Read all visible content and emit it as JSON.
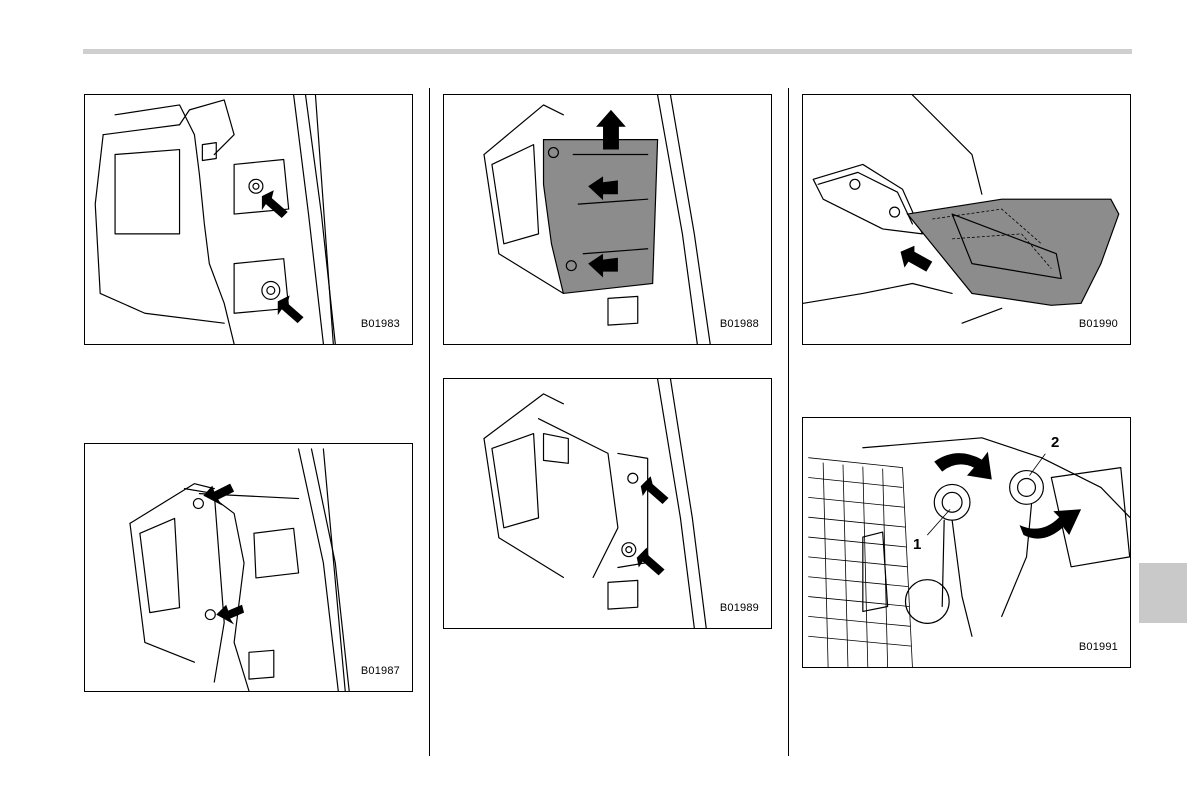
{
  "figures": [
    {
      "id": "B01983"
    },
    {
      "id": "B01987"
    },
    {
      "id": "B01988"
    },
    {
      "id": "B01989"
    },
    {
      "id": "B01990"
    },
    {
      "id": "B01991",
      "callouts": [
        "1",
        "2"
      ]
    }
  ],
  "colors": {
    "rule": "#cfcfcf",
    "tab": "#c9c9c9",
    "panel": "#8c8c8c"
  }
}
